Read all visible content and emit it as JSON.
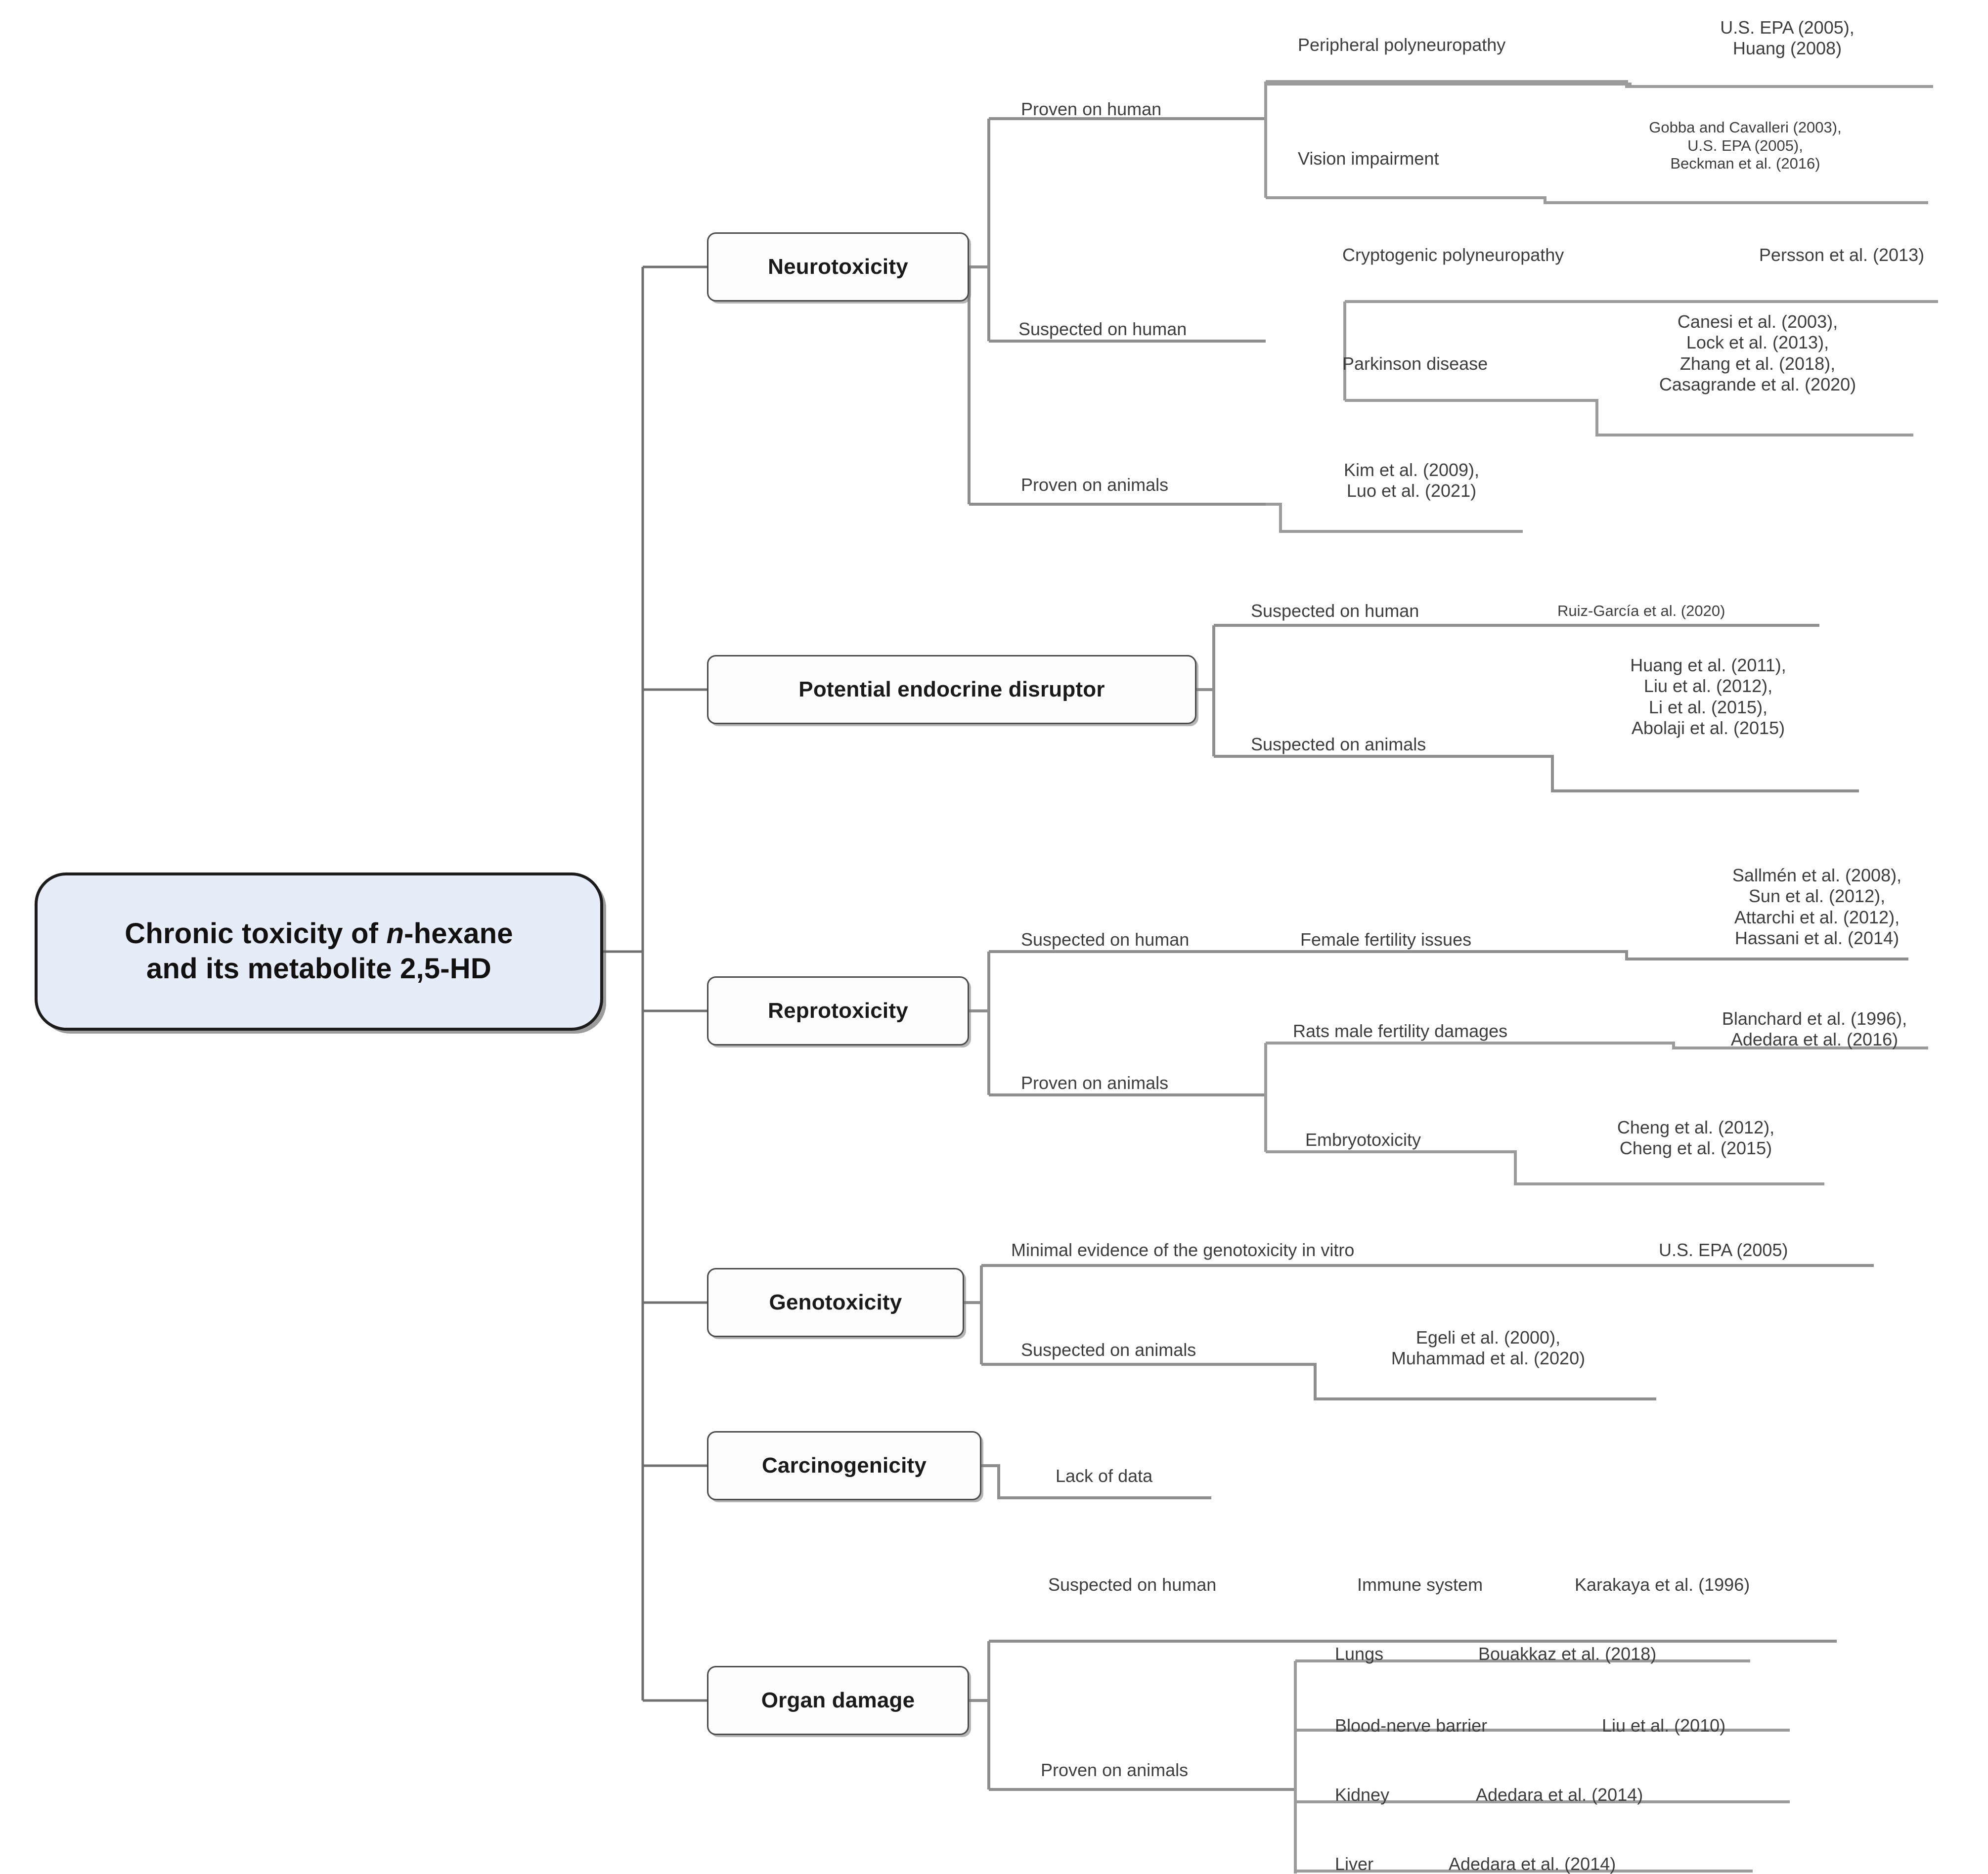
{
  "root": {
    "line1_pre": "Chronic toxicity of ",
    "line1_it": "n",
    "line1_post": "-hexane",
    "line2": "and its metabolite 2,5-HD"
  },
  "colors": {
    "root_fill": "#e6ecf8",
    "root_border": "#1c1c1c",
    "node_fill": "#fdfdfd",
    "node_border": "#4a4a4a",
    "wire": "#6f6f6f",
    "text": "#3d3d3d"
  },
  "branches": [
    {
      "id": "neurotoxicity",
      "label": "Neurotoxicity",
      "children": [
        {
          "label": "Proven on human",
          "children": [
            {
              "label": "Peripheral polyneuropathy",
              "citation": "U.S. EPA (2005),\nHuang (2008)"
            },
            {
              "label": "Vision impairment",
              "citation": "Gobba  and Cavalleri (2003),\nU.S. EPA (2005),\nBeckman et al. (2016)"
            }
          ]
        },
        {
          "label": "Suspected on human",
          "children": [
            {
              "label": "Cryptogenic polyneuropathy",
              "citation": "Persson et al. (2013)"
            },
            {
              "label": "Parkinson disease",
              "citation": "Canesi et al. (2003),\nLock et al. (2013),\nZhang et al. (2018),\nCasagrande et al. (2020)"
            }
          ]
        },
        {
          "label": "Proven on animals",
          "citation": "Kim et al. (2009),\nLuo et al. (2021)",
          "children": []
        }
      ]
    },
    {
      "id": "endocrine",
      "label": "Potential endocrine disruptor",
      "children": [
        {
          "label": "Suspected on human",
          "citation": "Ruiz-García et al.  (2020)",
          "children": []
        },
        {
          "label": "Suspected on animals",
          "citation": "Huang et al. (2011),\nLiu et al. (2012),\nLi et al. (2015),\nAbolaji et al. (2015)",
          "children": []
        }
      ]
    },
    {
      "id": "reprotoxicity",
      "label": "Reprotoxicity",
      "children": [
        {
          "label": "Suspected on human",
          "children": [
            {
              "label": "Female fertility issues",
              "citation": "Sallmén et al. (2008),\nSun et al. (2012),\nAttarchi et al. (2012),\nHassani et al. (2014)"
            }
          ]
        },
        {
          "label": "Proven on animals",
          "children": [
            {
              "label": "Rats male fertility damages",
              "citation": "Blanchard et al. (1996),\nAdedara et al. (2016)"
            },
            {
              "label": "Embryotoxicity",
              "citation": "Cheng et al. (2012),\nCheng et al. (2015)"
            }
          ]
        }
      ]
    },
    {
      "id": "genotoxicity",
      "label": "Genotoxicity",
      "children": [
        {
          "label": "Minimal evidence of the genotoxicity in vitro",
          "citation": "U.S. EPA (2005)",
          "children": []
        },
        {
          "label": "Suspected on animals",
          "citation": "Egeli et al. (2000),\nMuhammad et al. (2020)",
          "children": []
        }
      ]
    },
    {
      "id": "carcinogenicity",
      "label": "Carcinogenicity",
      "children": [
        {
          "label": "Lack of data",
          "citation": "",
          "children": []
        }
      ]
    },
    {
      "id": "organ-damage",
      "label": "Organ damage",
      "children": [
        {
          "label": "Suspected on human",
          "children": [
            {
              "label": "Immune system",
              "citation": "Karakaya et al. (1996)"
            }
          ]
        },
        {
          "label": "Proven on animals",
          "children": [
            {
              "label": "Lungs",
              "citation": "Bouakkaz et al. (2018)"
            },
            {
              "label": "Blood-nerve barrier",
              "citation": "Liu et al. (2010)"
            },
            {
              "label": "Kidney",
              "citation": "Adedara et al. (2014)"
            },
            {
              "label": "Liver",
              "citation": "Adedara et al. (2014)"
            }
          ]
        }
      ]
    }
  ]
}
